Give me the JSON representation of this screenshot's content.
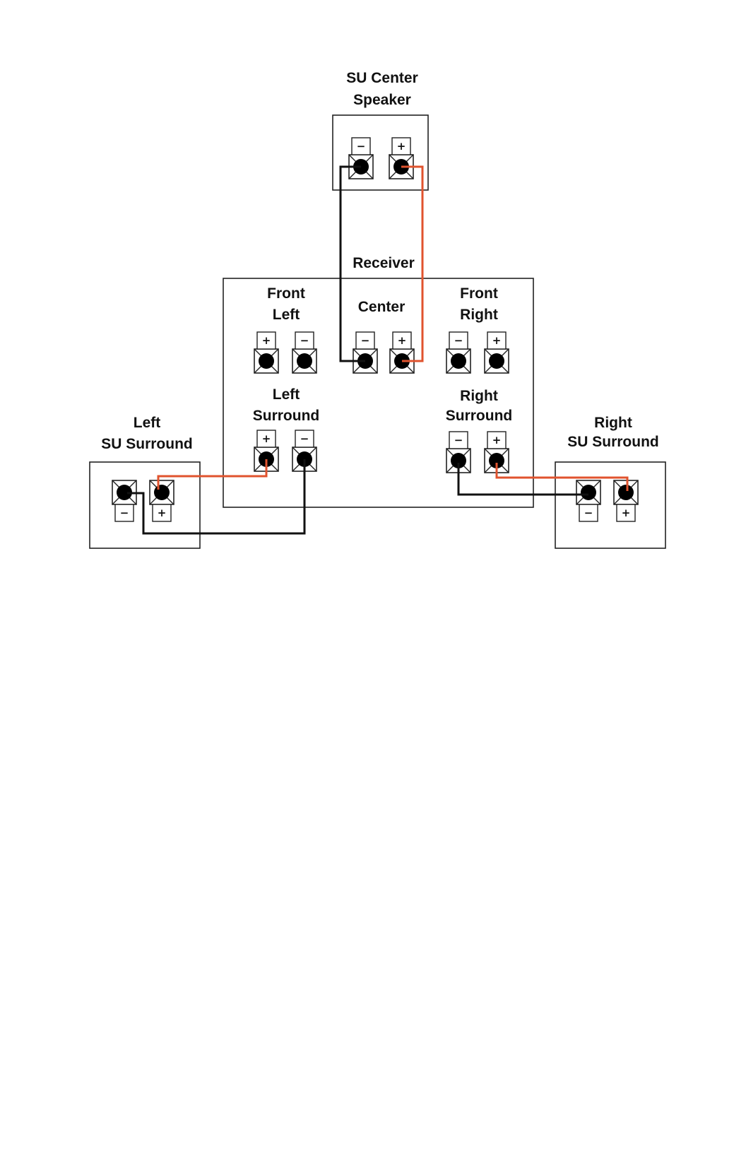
{
  "labels": {
    "center_speaker": [
      "SU Center",
      "Speaker"
    ],
    "receiver": "Receiver",
    "front_left": [
      "Front",
      "Left"
    ],
    "center": "Center",
    "front_right": [
      "Front",
      "Right"
    ],
    "left_surround": [
      "Left",
      "Surround"
    ],
    "right_surround": [
      "Right",
      "Surround"
    ],
    "left_su_surround": [
      "Left",
      "SU Surround"
    ],
    "right_su_surround": [
      "Right",
      "SU Surround"
    ]
  },
  "signs": {
    "plus": "+",
    "minus": "−"
  },
  "colors": {
    "positive_wire": "#e0532e",
    "negative_wire": "#111111"
  }
}
